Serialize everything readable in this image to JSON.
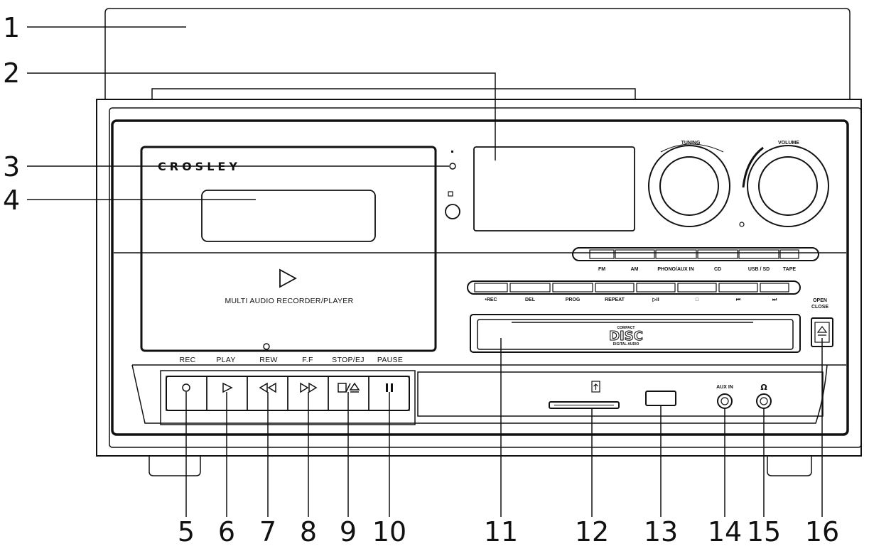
{
  "callouts": [
    "1",
    "2",
    "3",
    "4",
    "5",
    "6",
    "7",
    "8",
    "9",
    "10",
    "11",
    "12",
    "13",
    "14",
    "15",
    "16"
  ],
  "brand": "CROSLEY",
  "cassette_caption": "MULTI AUDIO RECORDER/PLAYER",
  "transport_labels": [
    "REC",
    "PLAY",
    "REW",
    "F.F",
    "STOP/EJ",
    "PAUSE"
  ],
  "transport_icons": [
    "record-icon",
    "play-icon",
    "rewind-icon",
    "fast-forward-icon",
    "stop-eject-icon",
    "pause-icon"
  ],
  "knobs": {
    "tuning": "TUNING",
    "volume": "VOLUME"
  },
  "source_buttons": [
    "FM",
    "AM",
    "PHONO/AUX IN",
    "CD",
    "USB / SD",
    "TAPE"
  ],
  "function_buttons": [
    "•REC",
    "DEL",
    "PROG",
    "REPEAT",
    "▷II",
    "□",
    "⏮",
    "⏭"
  ],
  "disc_logo": {
    "top": "COMPACT",
    "main": "DISC",
    "bottom": "DIGITAL AUDIO"
  },
  "open_close": [
    "OPEN",
    "CLOSE"
  ],
  "aux_in_label": "AUX IN",
  "headphone_label": "Ω"
}
